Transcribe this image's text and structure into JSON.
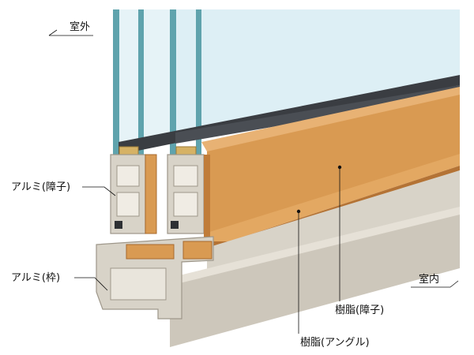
{
  "labels": {
    "outdoor": "室外",
    "indoor": "室内",
    "alu_sash": "アルミ(障子)",
    "alu_frame": "アルミ(枠)",
    "resin_sash": "樹脂(障子)",
    "resin_angle": "樹脂(アングル)"
  },
  "colors": {
    "glass_edge": "#5fa3ad",
    "glass_pane": "#e4f2f6",
    "resin": "#d99a52",
    "resin_dark": "#c07c39",
    "aluminum": "#d8d3c8",
    "aluminum_dark": "#b9b3a6",
    "gasket": "#3a3d42",
    "spacer": "#d6b265"
  }
}
